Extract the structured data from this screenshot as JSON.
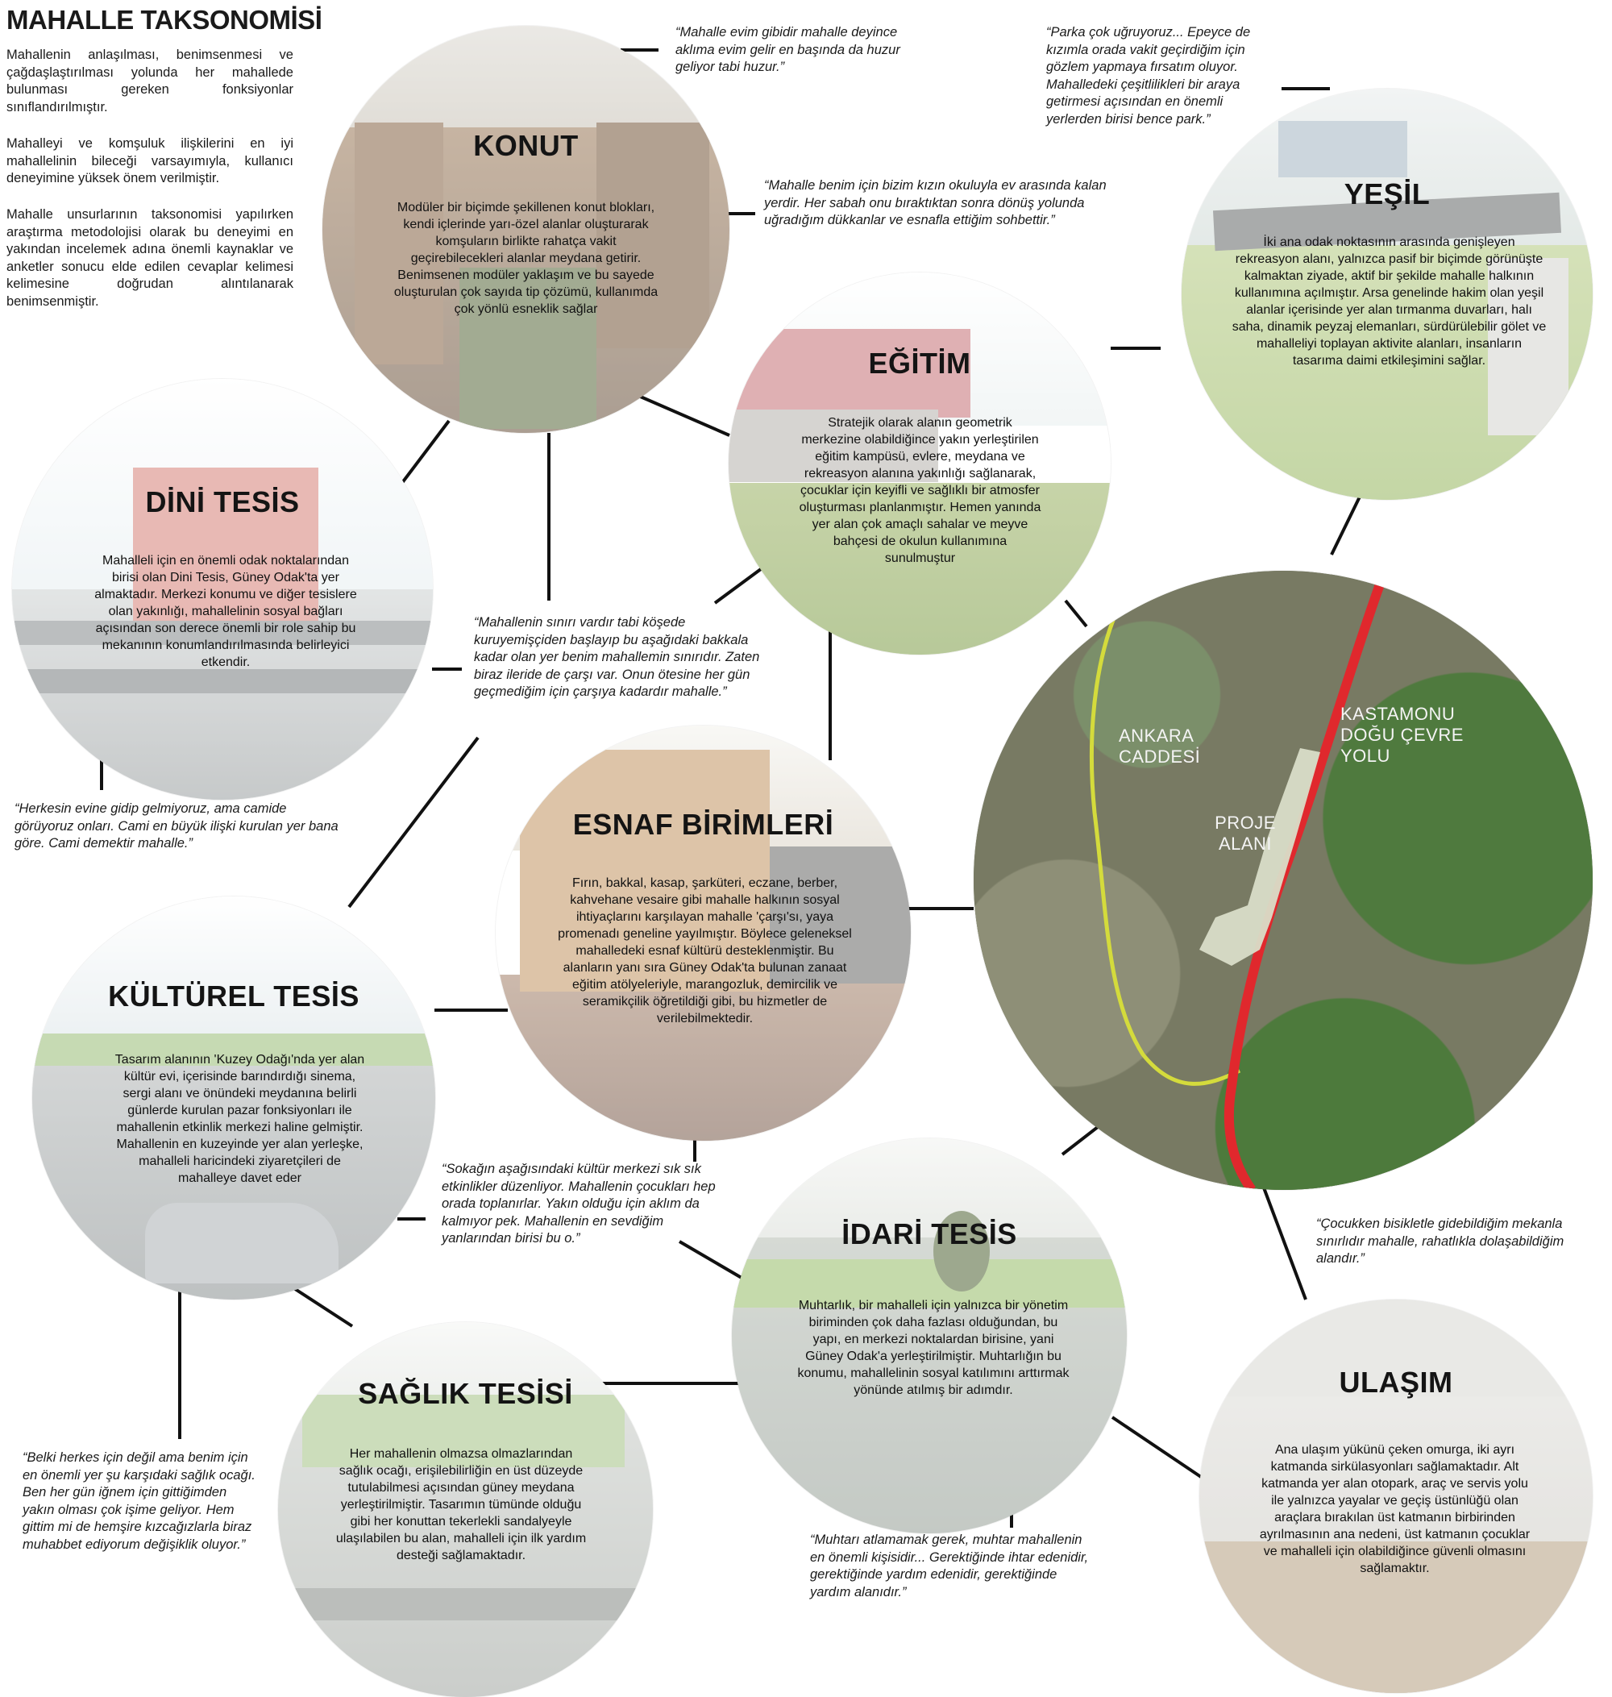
{
  "title": "MAHALLE TAKSONOMİSİ",
  "intro": [
    "Mahallenin anlaşılması, benimsenmesi ve çağdaşlaştırılması yolunda her mahallede bulunması gereken fonksiyonlar sınıflandırılmıştır.",
    "Mahalleyi ve komşuluk ilişkilerini en iyi mahallelinin bileceği varsayımıyla, kullanıcı deneyimine yüksek önem verilmiştir.",
    "Mahalle unsurlarının taksonomisi yapılırken araştırma metodolojisi olarak bu deneyimi en yakından incelemek adına önemli kaynaklar ve anketler sonucu elde edilen cevaplar kelimesi kelimesine doğrudan alıntılanarak benimsenmiştir."
  ],
  "sections": {
    "konut": {
      "title": "KONUT",
      "text": "Modüler bir biçimde şekillenen konut blokları, kendi içlerinde yarı-özel alanlar oluşturarak komşuların birlikte rahatça vakit geçirebilecekleri alanlar meydana getirir. Benimsenen modüler yaklaşım ve bu sayede oluşturulan çok sayıda tip çözümü, kullanımda çok yönlü esneklik sağlar"
    },
    "egitim": {
      "title": "EĞİTİM",
      "text": "Stratejik olarak alanın geometrik merkezine olabildiğince yakın yerleştirilen eğitim kampüsü, evlere, meydana ve rekreasyon alanına yakınlığı sağlanarak, çocuklar için keyifli ve sağlıklı bir atmosfer oluşturması planlanmıştır. Hemen yanında yer alan çok amaçlı sahalar ve meyve bahçesi de okulun kullanımına sunulmuştur"
    },
    "yesil": {
      "title": "YEŞİL",
      "text": "İki ana odak noktasının arasında genişleyen rekreasyon alanı, yalnızca pasif bir biçimde görünüşte kalmaktan ziyade, aktif bir şekilde mahalle halkının kullanımına açılmıştır. Arsa genelinde hakim olan yeşil alanlar içerisinde yer alan tırmanma duvarları, halı saha, dinamik peyzaj elemanları, sürdürülebilir gölet ve mahalleliyi toplayan aktivite alanları, insanların tasarıma daimi etkileşimini sağlar."
    },
    "dini": {
      "title": "DİNİ TESİS",
      "text": "Mahalleli için en önemli odak noktalarından birisi olan Dini Tesis, Güney Odak'ta yer almaktadır. Merkezi konumu ve diğer tesislere olan yakınlığı, mahallelinin sosyal bağları açısından son derece önemli bir role sahip bu mekanının konumlandırılmasında belirleyici etkendir."
    },
    "esnaf": {
      "title": "ESNAF BİRİMLERİ",
      "text": "Fırın, bakkal, kasap, şarküteri, eczane, berber, kahvehane vesaire gibi mahalle halkının sosyal ihtiyaçlarını karşılayan mahalle 'çarşı'sı, yaya promenadı geneline yayılmıştır. Böylece geleneksel mahalledeki esnaf kültürü desteklenmiştir. Bu alanların yanı sıra Güney Odak'ta bulunan zanaat eğitim atölyeleriyle, marangozluk, demircilik ve seramikçilik öğretildiği gibi, bu hizmetler de verilebilmektedir."
    },
    "kulturel": {
      "title": "KÜLTÜREL TESİS",
      "text": "Tasarım alanının 'Kuzey Odağı'nda yer alan kültür evi, içerisinde barındırdığı sinema, sergi alanı ve önündeki meydanına belirli günlerde kurulan pazar fonksiyonları ile mahallenin etkinlik merkezi haline gelmiştir. Mahallenin en kuzeyinde yer alan yerleşke, mahalleli haricindeki ziyaretçileri de mahalleye davet eder"
    },
    "idari": {
      "title": "İDARİ TESİS",
      "text": "Muhtarlık, bir mahalleli için yalnızca bir yönetim biriminden çok daha fazlası olduğundan, bu yapı, en merkezi noktalardan birisine, yani Güney Odak'a yerleştirilmiştir. Muhtarlığın bu konumu, mahallelinin sosyal katılımını arttırmak yönünde atılmış bir adımdır."
    },
    "saglik": {
      "title": "SAĞLIK TESİSİ",
      "text": "Her mahallenin olmazsa olmazlarından sağlık ocağı, erişilebilirliğin en üst düzeyde tutulabilmesi açısından güney meydana yerleştirilmiştir. Tasarımın tümünde olduğu gibi her konuttan tekerlekli sandalyeyle ulaşılabilen bu alan, mahalleli için ilk yardım desteği sağlamaktadır."
    },
    "ulasim": {
      "title": "ULAŞIM",
      "text": "Ana ulaşım yükünü çeken omurga, iki ayrı katmanda sirkülasyonları sağlamaktadır. Alt katmanda yer alan otopark, araç ve servis yolu ile yalnızca yayalar ve geçiş üstünlüğü olan araçlara bırakılan üst katmanın birbirinden ayrılmasının ana nedeni, üst katmanın çocuklar ve mahalleli için olabildiğince güvenli olmasını sağlamaktır."
    }
  },
  "map": {
    "label_ankara": "ANKARA CADDESİ",
    "label_kastamonu": "KASTAMONU DOĞU ÇEVRE YOLU",
    "label_proje": "PROJE ALANI",
    "color_ankara": "#d4db3c",
    "color_kastamonu": "#e0282d"
  },
  "quotes": {
    "konut": "“Mahalle evim gibidir mahalle deyince aklıma evim gelir en başında da huzur geliyor tabi huzur.”",
    "egitim": "“Mahalle benim için bizim kızın okuluyla ev arasında kalan yerdir. Her sabah onu bıraktıktan sonra dönüş yolunda uğradığım dükkanlar ve esnafla ettiğim sohbettir.”",
    "yesil": "“Parka çok uğruyoruz... Epeyce de kızımla orada vakit geçirdiğim için gözlem yapmaya fırsatım oluyor. Mahalledeki çeşitlilikleri bir araya getirmesi açısından en önemli yerlerden birisi bence park.”",
    "dini": "“Herkesin evine gidip gelmiyoruz, ama camide görüyoruz onları. Cami en büyük ilişki kurulan yer bana göre. Cami demektir mahalle.”",
    "esnaf": "“Mahallenin sınırı vardır tabi köşede kuruyemişçiden başlayıp bu aşağıdaki bakkala kadar olan yer benim mahallemin sınırıdır. Zaten biraz ileride de çarşı var. Onun ötesine her gün geçmediğim için çarşıya kadardır mahalle.”",
    "kulturel": "“Sokağın aşağısındaki kültür merkezi sık sık etkinlikler düzenliyor. Mahallenin çocukları hep orada toplanırlar. Yakın olduğu için aklım da kalmıyor pek. Mahallenin en sevdiğim yanlarından birisi bu o.”",
    "ulasim": "“Çocukken bisikletle gidebildiğim mekanla sınırlıdır mahalle, rahatlıkla dolaşabildiğim alandır.”",
    "saglik": "“Belki herkes için değil ama benim için en önemli yer şu karşıdaki sağlık ocağı. Ben her gün iğnem için gittiğimden yakın olması çok işime geliyor. Hem gittim mi de hemşire kızcağızlarla biraz muhabbet ediyorum değişiklik oluyor.”",
    "idari": "“Muhtarı atlamamak gerek, muhtar mahallenin en önemli kişisidir... Gerektiğinde ihtar edenidir, gerektiğinde yardım edenidir, gerektiğinde yardım alanıdır.”"
  }
}
